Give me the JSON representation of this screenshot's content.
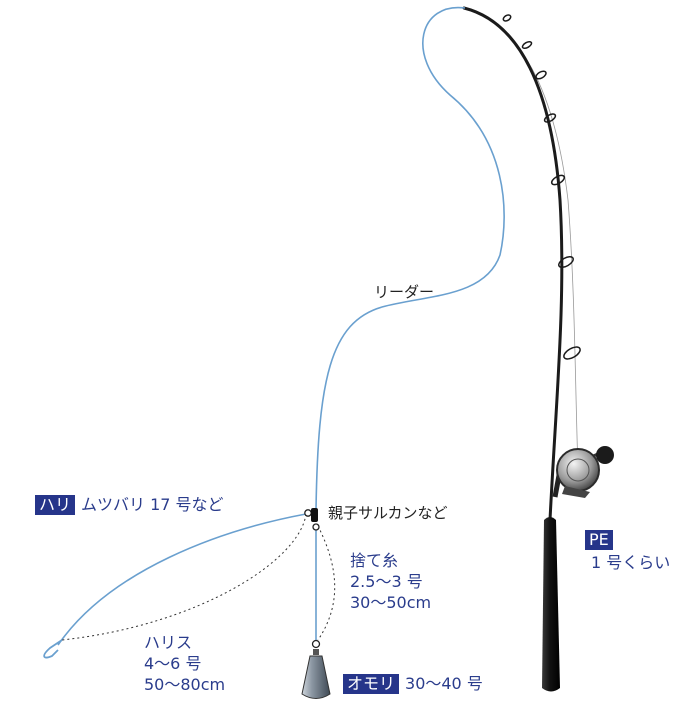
{
  "labels": {
    "leader": "リーダー",
    "swivel": "親子サルカンなど",
    "hook_badge": "ハリ",
    "hook_text": "ムツバリ 17 号など",
    "dropper": {
      "title": "捨て糸",
      "size": "2.5〜3 号",
      "length": "30〜50cm"
    },
    "harris": {
      "title": "ハリス",
      "size": "4〜6 号",
      "length": "50〜80cm"
    },
    "sinker_badge": "オモリ",
    "sinker_text": "30〜40 号",
    "main_line_badge": "PE",
    "main_line_text": "1 号くらい"
  },
  "colors": {
    "line": "#6aa0cf",
    "rod": "#1b1b1b",
    "text_blue": "#2a3c8c",
    "badge_bg": "#26358a",
    "text_dark": "#222222"
  }
}
